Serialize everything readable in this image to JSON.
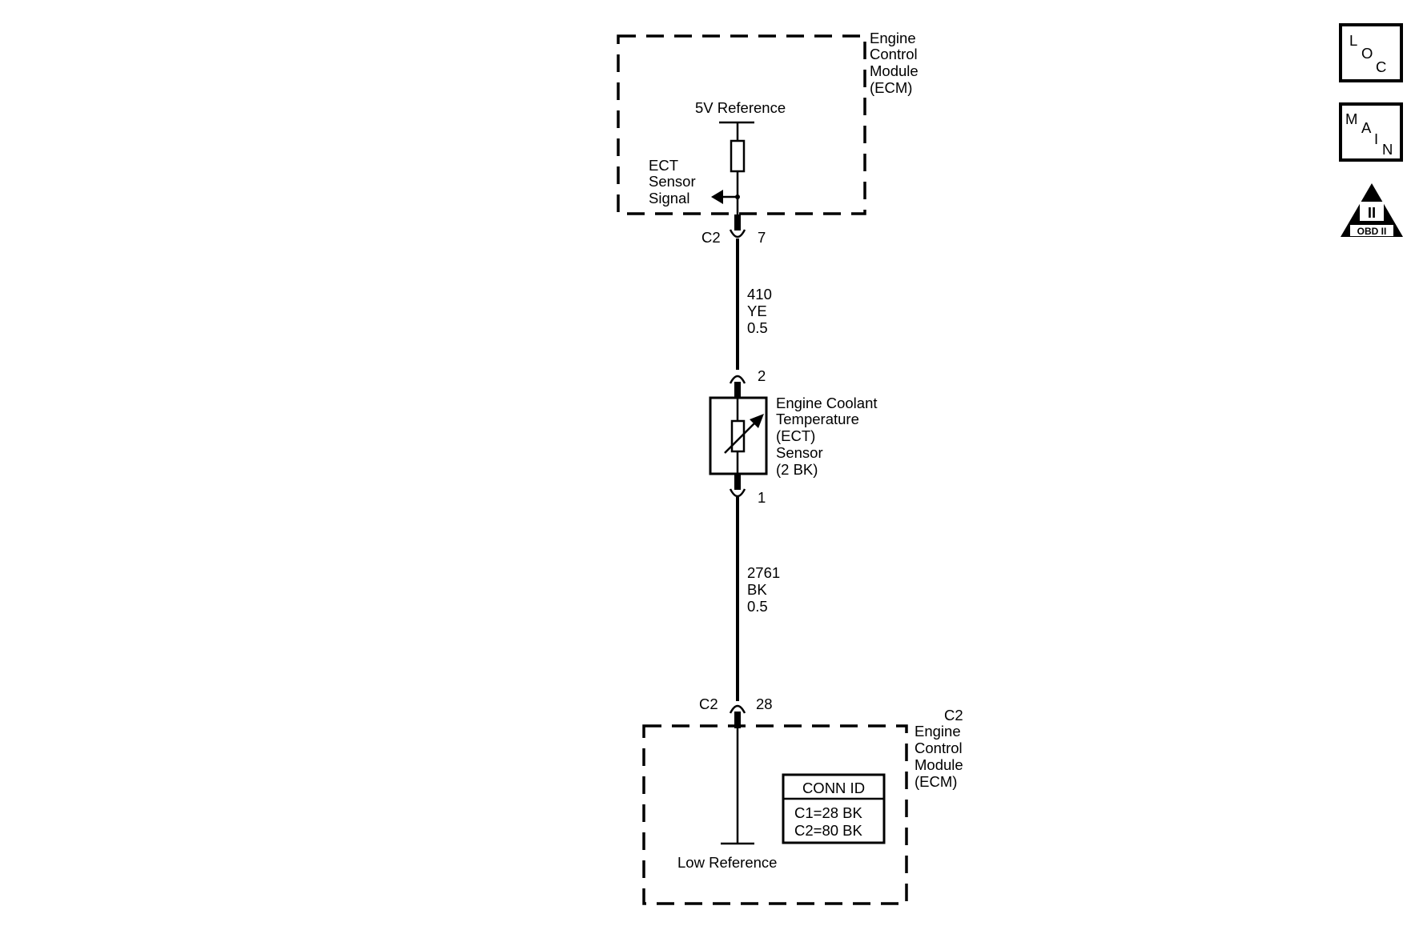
{
  "top_module": {
    "name_lines": [
      "Engine",
      "Control",
      "Module",
      "(ECM)"
    ],
    "reference_label": "5V Reference",
    "signal_lines": [
      "ECT",
      "Sensor",
      "Signal"
    ]
  },
  "top_connector": {
    "connector": "C2",
    "pin": "7"
  },
  "wire_upper": {
    "circuit": "410",
    "color": "YE",
    "gauge": "0.5"
  },
  "sensor": {
    "pin_top": "2",
    "pin_bottom": "1",
    "name_lines": [
      "Engine Coolant",
      "Temperature",
      "(ECT)",
      "Sensor",
      "(2 BK)"
    ]
  },
  "wire_lower": {
    "circuit": "2761",
    "color": "BK",
    "gauge": "0.5"
  },
  "bottom_connector": {
    "connector": "C2",
    "pin": "28"
  },
  "bottom_module": {
    "name_lines": [
      "C2",
      "Engine",
      "Control",
      "Module",
      "(ECM)"
    ],
    "reference_label": "Low Reference",
    "conn_id": {
      "title": "CONN ID",
      "rows": [
        "C1=28 BK",
        "C2=80 BK"
      ]
    }
  },
  "nav": {
    "loc": [
      "L",
      "O",
      "C"
    ],
    "main": [
      "M",
      "A",
      "I",
      "N"
    ],
    "obd": {
      "numeral": "II",
      "label": "OBD II"
    }
  }
}
